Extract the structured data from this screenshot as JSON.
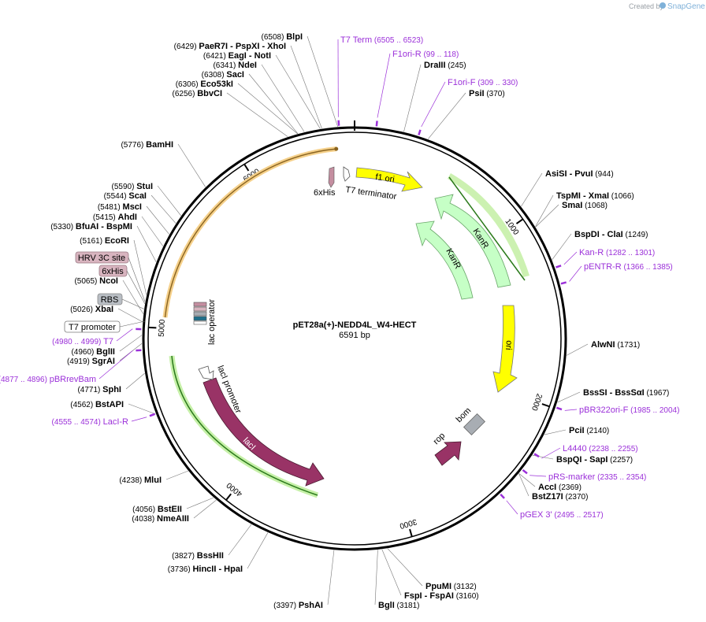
{
  "brand": {
    "prefix": "Created by",
    "name": "SnapGene"
  },
  "plasmid": {
    "name": "pET28a(+)-NEDD4L_W4-HECT",
    "size_label": "6591 bp",
    "length": 6591
  },
  "ticks": [
    {
      "pos": 1000,
      "label": "1000"
    },
    {
      "pos": 2000,
      "label": "2000"
    },
    {
      "pos": 3000,
      "label": "3000"
    },
    {
      "pos": 4000,
      "label": "4000"
    },
    {
      "pos": 5000,
      "label": "5000"
    },
    {
      "pos": 6000,
      "label": "6000"
    }
  ],
  "sites": [
    {
      "pos": "6508",
      "name": "BlpI",
      "loc": 6508,
      "side": "left"
    },
    {
      "pos": "6429",
      "name": "PaeR7I - PspXI - XhoI",
      "loc": 6429,
      "side": "left"
    },
    {
      "pos": "6421",
      "name": "EagI - NotI",
      "loc": 6421,
      "side": "left"
    },
    {
      "pos": "6341",
      "name": "NdeI",
      "loc": 6341,
      "side": "left"
    },
    {
      "pos": "6308",
      "name": "SacI",
      "loc": 6308,
      "side": "left"
    },
    {
      "pos": "6306",
      "name": "Eco53kI",
      "loc": 6306,
      "side": "left"
    },
    {
      "pos": "6256",
      "name": "BbvCI",
      "loc": 6256,
      "side": "left"
    },
    {
      "pos": "5776",
      "name": "BamHI",
      "loc": 5776,
      "side": "left"
    },
    {
      "pos": "5590",
      "name": "StuI",
      "loc": 5590,
      "side": "left"
    },
    {
      "pos": "5544",
      "name": "ScaI",
      "loc": 5544,
      "side": "left"
    },
    {
      "pos": "5481",
      "name": "MscI",
      "loc": 5481,
      "side": "left"
    },
    {
      "pos": "5415",
      "name": "AhdI",
      "loc": 5415,
      "side": "left"
    },
    {
      "pos": "5330",
      "name": "BfuAI - BspMI",
      "loc": 5330,
      "side": "left"
    },
    {
      "pos": "5161",
      "name": "EcoRI",
      "loc": 5161,
      "side": "left"
    },
    {
      "pos": "5065",
      "name": "NcoI",
      "loc": 5065,
      "side": "left"
    },
    {
      "pos": "5026",
      "name": "XbaI",
      "loc": 5026,
      "side": "left"
    },
    {
      "pos": "4960",
      "name": "BglII",
      "loc": 4960,
      "side": "left"
    },
    {
      "pos": "4919",
      "name": "SgrAI",
      "loc": 4919,
      "side": "left"
    },
    {
      "pos": "4771",
      "name": "SphI",
      "loc": 4771,
      "side": "left"
    },
    {
      "pos": "4562",
      "name": "BstAPI",
      "loc": 4562,
      "side": "left"
    },
    {
      "pos": "4238",
      "name": "MluI",
      "loc": 4238,
      "side": "left"
    },
    {
      "pos": "4056",
      "name": "BstEII",
      "loc": 4056,
      "side": "left"
    },
    {
      "pos": "4038",
      "name": "NmeAIII",
      "loc": 4038,
      "side": "left"
    },
    {
      "pos": "3827",
      "name": "BssHII",
      "loc": 3827,
      "side": "left"
    },
    {
      "pos": "3736",
      "name": "HincII - HpaI",
      "loc": 3736,
      "side": "left"
    },
    {
      "pos": "3397",
      "name": "PshAI",
      "loc": 3397,
      "side": "left"
    },
    {
      "pos": "3181",
      "name": "BglI",
      "loc": 3181,
      "side": "right"
    },
    {
      "pos": "3160",
      "name": "FspI - FspAI",
      "loc": 3160,
      "side": "right"
    },
    {
      "pos": "3132",
      "name": "PpuMI",
      "loc": 3132,
      "side": "right"
    },
    {
      "pos": "2370",
      "name": "BstZ17I",
      "loc": 2370,
      "side": "right"
    },
    {
      "pos": "2369",
      "name": "AccI",
      "loc": 2369,
      "side": "right"
    },
    {
      "pos": "2257",
      "name": "BspQI - SapI",
      "loc": 2257,
      "side": "right"
    },
    {
      "pos": "2140",
      "name": "PciI",
      "loc": 2140,
      "side": "right"
    },
    {
      "pos": "1967",
      "name": "BssSI - BssSαI",
      "loc": 1967,
      "side": "right"
    },
    {
      "pos": "1731",
      "name": "AlwNI",
      "loc": 1731,
      "side": "right"
    },
    {
      "pos": "1249",
      "name": "BspDI - ClaI",
      "loc": 1249,
      "side": "right"
    },
    {
      "pos": "1068",
      "name": "SmaI",
      "loc": 1068,
      "side": "right"
    },
    {
      "pos": "1066",
      "name": "TspMI - XmaI",
      "loc": 1066,
      "side": "right"
    },
    {
      "pos": "944",
      "name": "AsiSI - PvuI",
      "loc": 944,
      "side": "right"
    },
    {
      "pos": "370",
      "name": "PsiI",
      "loc": 370,
      "side": "right"
    },
    {
      "pos": "245",
      "name": "DraIII",
      "loc": 245,
      "side": "right"
    }
  ],
  "primers": [
    {
      "name": "T7 Term",
      "range": "6505 .. 6523",
      "loc": 6514
    },
    {
      "name": "F1ori-R",
      "range": "99 .. 118",
      "loc": 108
    },
    {
      "name": "F1ori-F",
      "range": "309 .. 330",
      "loc": 320
    },
    {
      "name": "Kan-R",
      "range": "1282 .. 1301",
      "loc": 1291
    },
    {
      "name": "pENTR-R",
      "range": "1366 .. 1385",
      "loc": 1375
    },
    {
      "name": "pBR322ori-F",
      "range": "1985 .. 2004",
      "loc": 1994
    },
    {
      "name": "L4440",
      "range": "2238 .. 2255",
      "loc": 2246
    },
    {
      "name": "pRS-marker",
      "range": "2335 .. 2354",
      "loc": 2344
    },
    {
      "name": "pGEX 3'",
      "range": "2495 .. 2517",
      "loc": 2506
    },
    {
      "name": "LacI-R",
      "range": "4555 .. 4574",
      "loc": 4564
    },
    {
      "name": "pBRrevBam",
      "range": "4877 .. 4896",
      "loc": 4886
    },
    {
      "name": "T7",
      "range": "4980 .. 4999",
      "loc": 4989
    }
  ],
  "features": [
    {
      "name": "f1 ori",
      "color": "#ffff00"
    },
    {
      "name": "KanR",
      "color": "#c6ffc6"
    },
    {
      "name": "KanR",
      "color": "#c6ffc6"
    },
    {
      "name": "ori",
      "color": "#ffff00"
    },
    {
      "name": "bom",
      "color": "#a8adb3"
    },
    {
      "name": "rop",
      "color": "#993366"
    },
    {
      "name": "lacI",
      "color": "#993366"
    },
    {
      "name": "lacI promoter",
      "color": "#ffffff"
    },
    {
      "name": "lac operator",
      "color": "#ffffff"
    },
    {
      "name": "6xHis",
      "color": "#c48ea0"
    },
    {
      "name": "T7 terminator",
      "color": "#ffffff"
    }
  ],
  "boxed_labels": [
    {
      "name": "HRV 3C site",
      "color": "#d8b4bf"
    },
    {
      "name": "6xHis",
      "color": "#d8b4bf"
    },
    {
      "name": "RBS",
      "color": "#b9bec4"
    },
    {
      "name": "T7 promoter",
      "color": "#ffffff"
    }
  ],
  "colors": {
    "primer": "#9b30d9",
    "orf_outline": "#f0b040",
    "highlight": "#c6f0a8",
    "backbone": "#000000"
  }
}
